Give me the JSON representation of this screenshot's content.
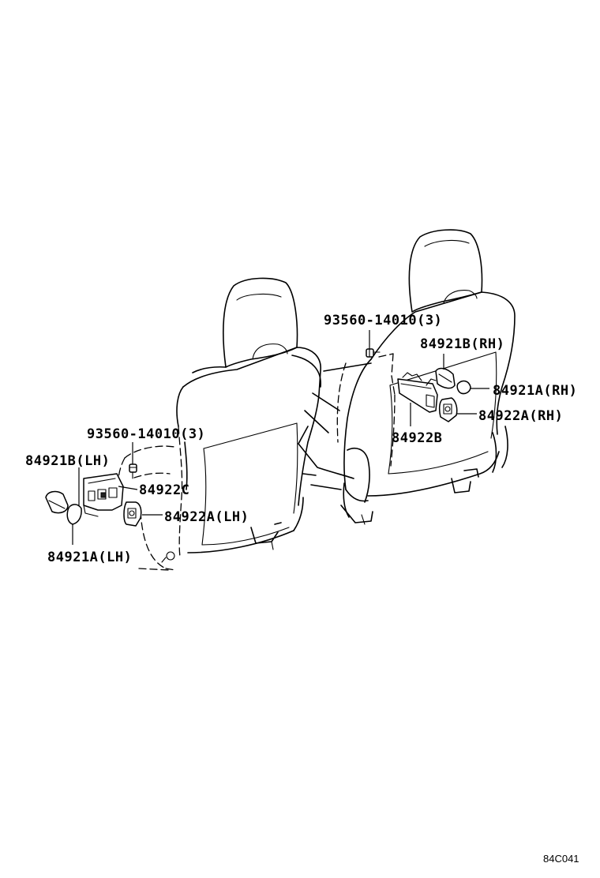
{
  "labels": {
    "bolt_lh": "93560-14010(3)",
    "bolt_rh": "93560-14010(3)",
    "p84921b_lh": "84921B(LH)",
    "p84921a_lh": "84921A(LH)",
    "p84922c": "84922C",
    "p84922a_lh": "84922A(LH)",
    "p84921b_rh": "84921B(RH)",
    "p84921a_rh": "84921A(RH)",
    "p84922a_rh": "84922A(RH)",
    "p84922b": "84922B"
  },
  "figure_code": "84C041"
}
